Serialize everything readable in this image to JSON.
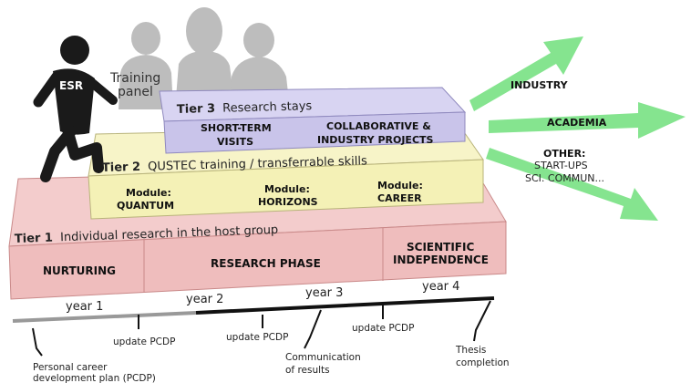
{
  "esr_label": "ESR",
  "training_panel": [
    "Training",
    "panel"
  ],
  "tier3": {
    "tier": "Tier 3",
    "title": "Research stays",
    "left": [
      "SHORT-TERM",
      "VISITS"
    ],
    "right": [
      "COLLABORATIVE &",
      "INDUSTRY PROJECTS"
    ]
  },
  "tier2": {
    "tier": "Tier 2",
    "title": "QUSTEC training / transferrable skills",
    "modules": [
      {
        "line1": "Module:",
        "line2": "QUANTUM"
      },
      {
        "line1": "Module:",
        "line2": "HORIZONS"
      },
      {
        "line1": "Module:",
        "line2": "CAREER"
      }
    ]
  },
  "tier1": {
    "tier": "Tier 1",
    "title": "Individual research in the host group",
    "phases": [
      [
        "NURTURING"
      ],
      [
        "RESEARCH PHASE"
      ],
      [
        "SCIENTIFIC",
        "INDEPENDENCE"
      ]
    ]
  },
  "years": [
    "year 1",
    "year 2",
    "year 3",
    "year 4"
  ],
  "milestones": {
    "pcdp": [
      "Personal career",
      "development plan (PCDP)"
    ],
    "update1": "update PCDP",
    "update2": "update PCDP",
    "update3": "update PCDP",
    "communication": [
      "Communication",
      "of results"
    ],
    "thesis": [
      "Thesis",
      "completion"
    ]
  },
  "outcomes": {
    "industry": "INDUSTRY",
    "academia": "ACADEMIA",
    "other": [
      "OTHER:",
      "START-UPS",
      "SCI. COMMUN..."
    ]
  },
  "colors": {
    "tier1_fill": "#efbdbd",
    "tier2_fill": "#f4f1b6",
    "tier3_fill": "#c9c4ea",
    "arrow": "#7fe38a",
    "silhouette": "#bdbdbd",
    "person": "#1a1a1a"
  }
}
